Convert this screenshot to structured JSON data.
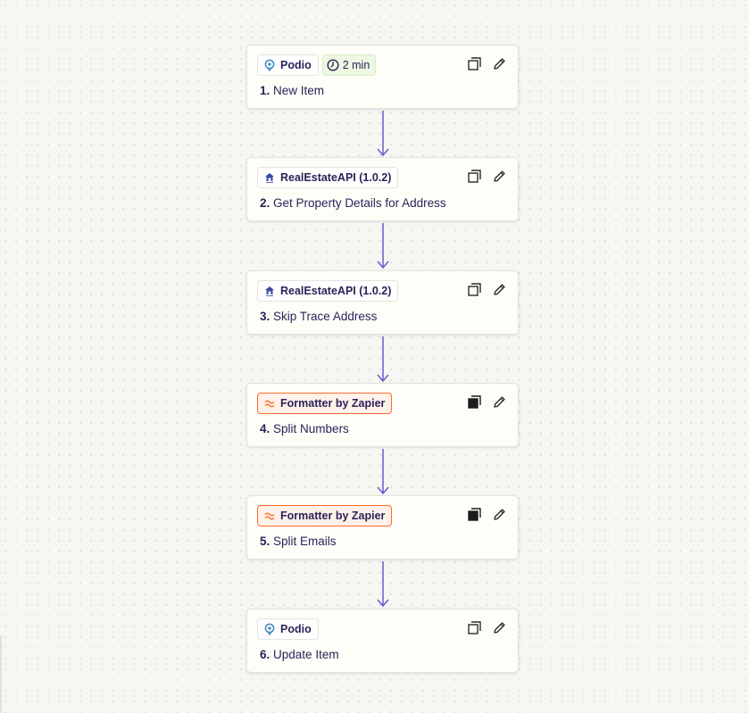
{
  "steps": [
    {
      "number": "1.",
      "title": "New Item",
      "app": {
        "name": "Podio",
        "icon": "podio-icon",
        "style": "default"
      },
      "duration": "2 min",
      "copy_icon": "copy-icon",
      "edit_icon": "pencil-icon"
    },
    {
      "number": "2.",
      "title": "Get Property Details for Address",
      "app": {
        "name": "RealEstateAPI (1.0.2)",
        "icon": "realestateapi-icon",
        "style": "default"
      },
      "copy_icon": "copy-icon",
      "edit_icon": "pencil-icon"
    },
    {
      "number": "3.",
      "title": "Skip Trace Address",
      "app": {
        "name": "RealEstateAPI (1.0.2)",
        "icon": "realestateapi-icon",
        "style": "default"
      },
      "copy_icon": "copy-icon",
      "edit_icon": "pencil-icon"
    },
    {
      "number": "4.",
      "title": "Split Numbers",
      "app": {
        "name": "Formatter by Zapier",
        "icon": "formatter-icon",
        "style": "formatter"
      },
      "copy_icon": "copy-filled-icon",
      "edit_icon": "pencil-icon"
    },
    {
      "number": "5.",
      "title": "Split Emails",
      "app": {
        "name": "Formatter by Zapier",
        "icon": "formatter-icon",
        "style": "formatter"
      },
      "copy_icon": "copy-filled-icon",
      "edit_icon": "pencil-icon"
    },
    {
      "number": "6.",
      "title": "Update Item",
      "app": {
        "name": "Podio",
        "icon": "podio-icon",
        "style": "default"
      },
      "copy_icon": "copy-icon",
      "edit_icon": "pencil-icon"
    }
  ],
  "colors": {
    "connector": "#6a5acd",
    "formatter_accent": "#ff6b2c",
    "duration_badge_bg": "#ecf8e1",
    "text": "#2b2358"
  }
}
